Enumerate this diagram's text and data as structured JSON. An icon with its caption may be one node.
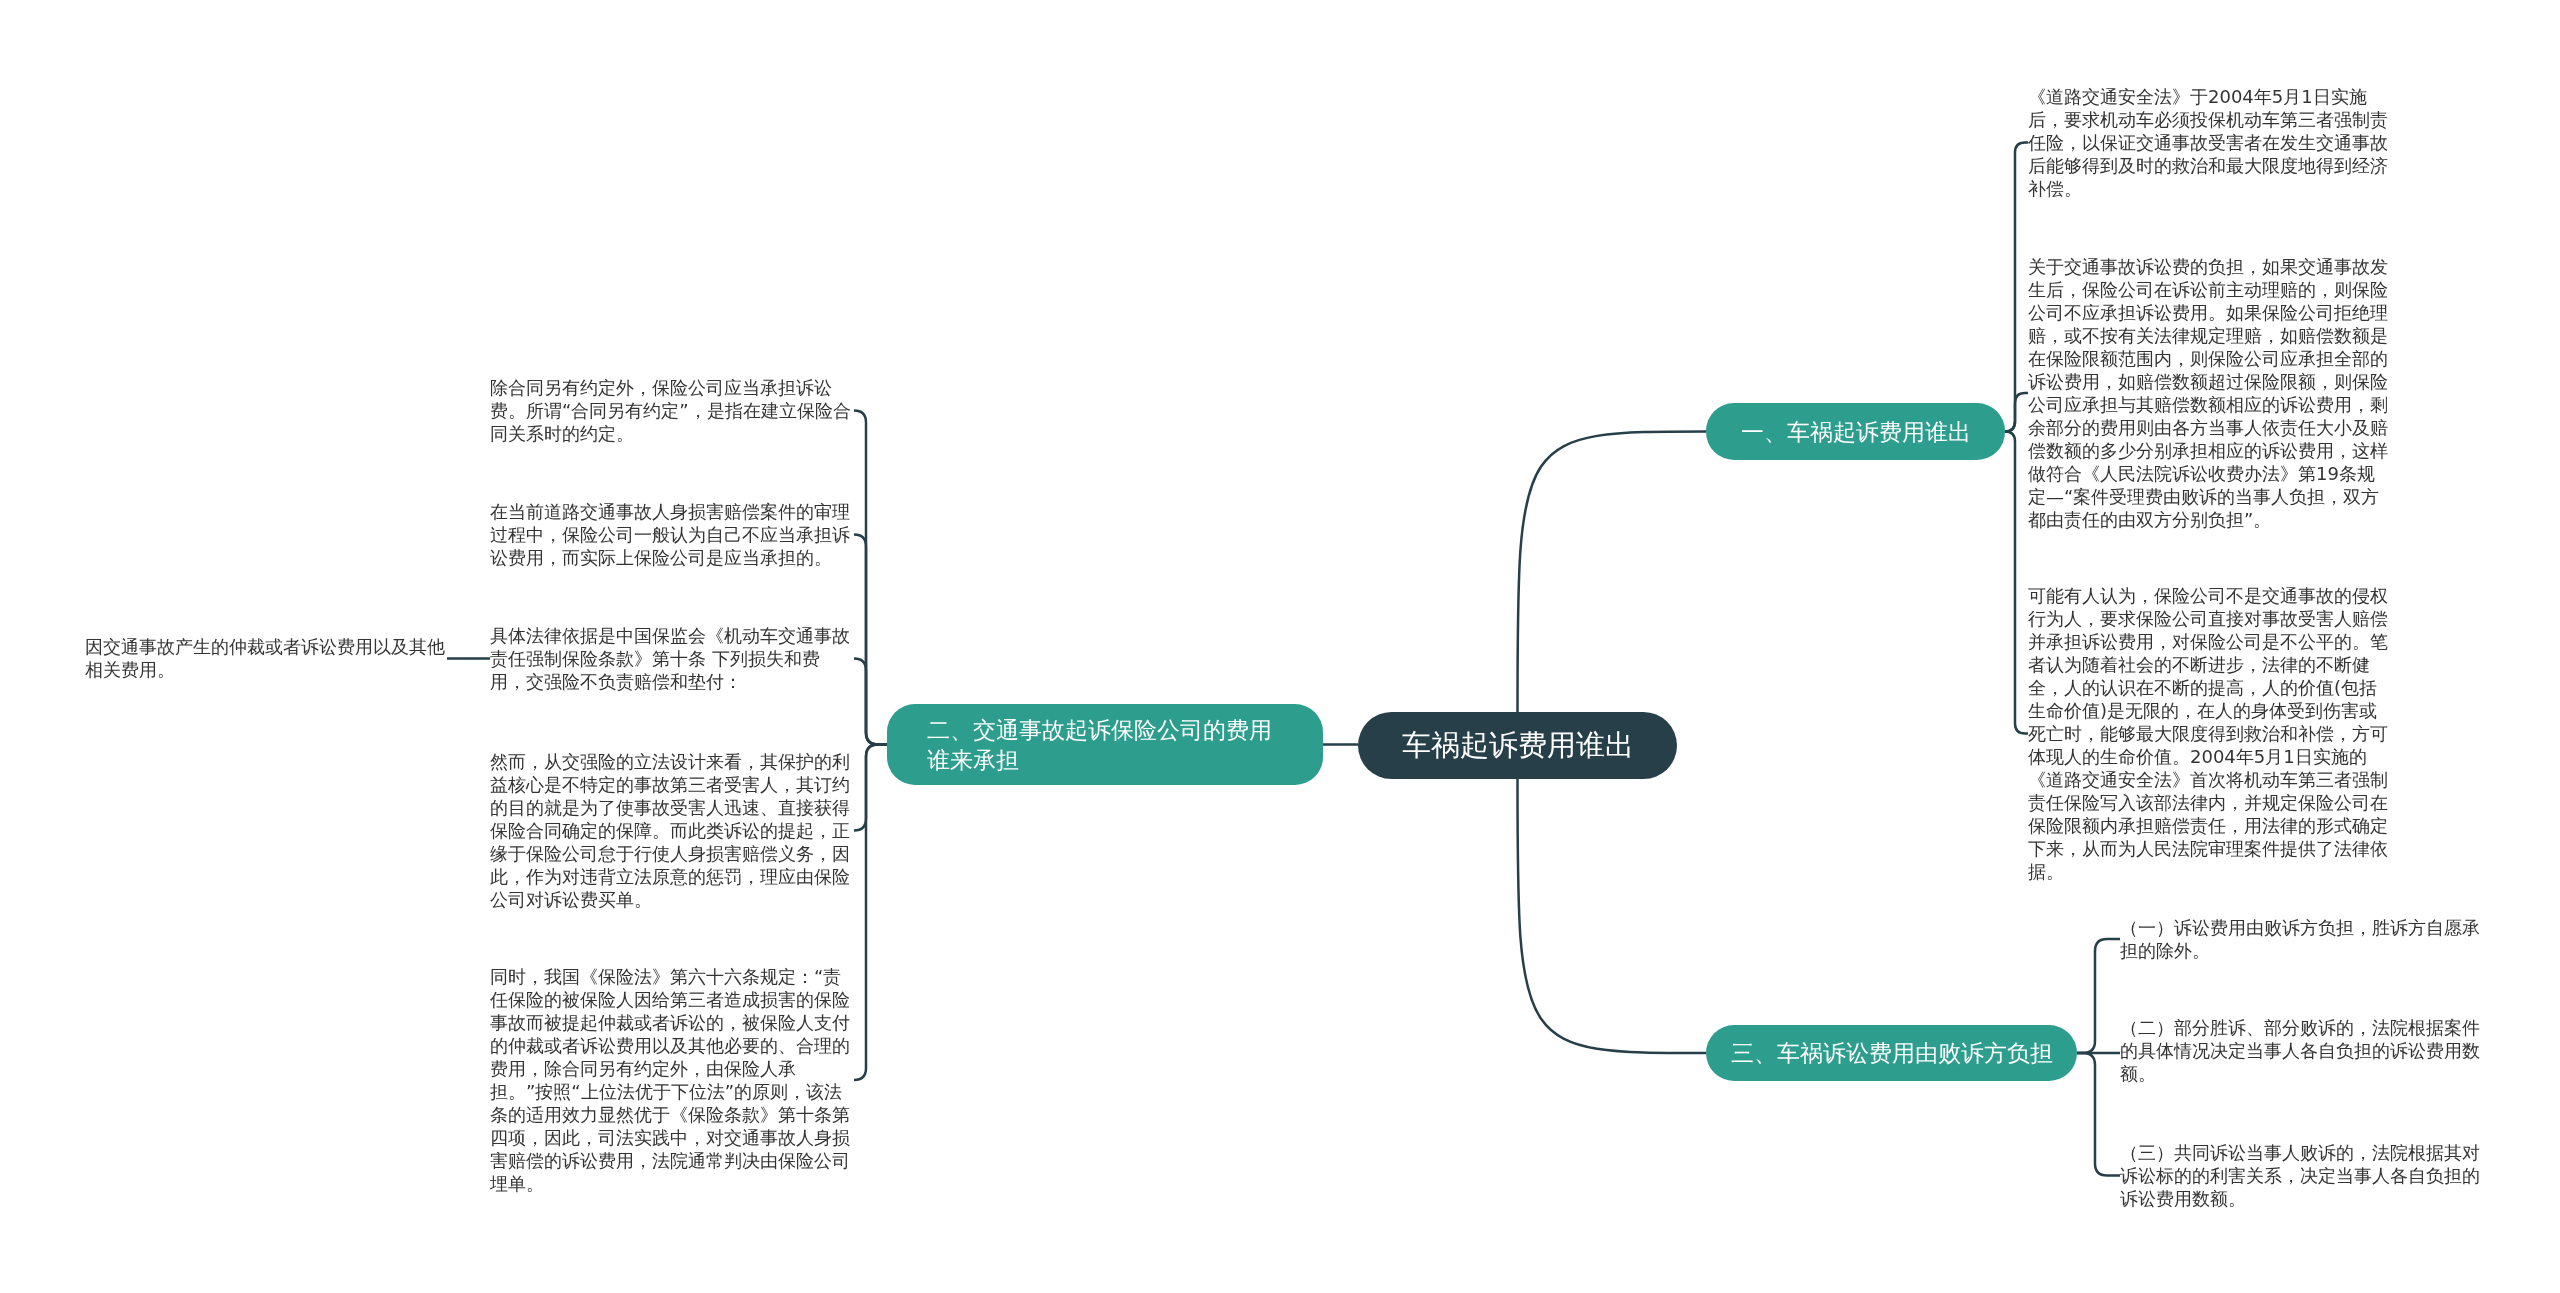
{
  "diagram": {
    "nodes": [
      {
        "text": [
          "车祸起诉费用谁出"
        ]
      },
      {
        "text": [
          "一、车祸起诉费用谁出"
        ]
      },
      {
        "text": [
          "《道路交通安全法》于2004年5月1日实施后，要求机动车必须投保机动车第三者强制责任险，以保证交通事故受害者在发生交通事故后能够得到及时的救治和最大限度地得到经济补偿。"
        ]
      },
      {
        "text": [
          "关于交通事故诉讼费的负担，如果交通事故发生后，保险公司在诉讼前主动理赔的，则保险公司不应承担诉讼费用。如果保险公司拒绝理赔，或不按有关法律规定理赔，如赔偿数额是在保险限额范围内，则保险公司应承担全部的诉讼费用，如赔偿数额超过保险限额，则保险公司应承担与其赔偿数额相应的诉讼费用，剩余部分的费用则由各方当事人依责任大小及赔偿数额的多少分别承担相应的诉讼费用，这样做符合《人民法院诉讼收费办法》第19条规定—“案件受理费由败诉的当事人负担，双方都由责任的由双方分别负担”。"
        ]
      },
      {
        "text": [
          "可能有人认为，保险公司不是交通事故的侵权行为人，要求保险公司直接对事故受害人赔偿并承担诉讼费用，对保险公司是不公平的。笔者认为随着社会的不断进步，法律的不断健全，人的认识在不断的提高，人的价值(包括生命价值)是无限的，在人的身体受到伤害或死亡时，能够最大限度得到救治和补偿，方可体现人的生命价值。2004年5月1日实施的《道路交通安全法》首次将机动车第三者强制责任保险写入该部法律内，并规定保险公司在保险限额内承担赔偿责任，用法律的形式确定下来，从而为人民法院审理案件提供了法律依据。"
        ]
      },
      {
        "text": [
          "二、交通事故起诉保险公司的费用谁来承担"
        ]
      },
      {
        "text": [
          "除合同另有约定外，保险公司应当承担诉讼费。所谓“合同另有约定”，是指在建立保险合同关系时的约定。"
        ]
      },
      {
        "text": [
          "在当前道路交通事故人身损害赔偿案件的审理过程中，保险公司一般认为自己不应当承担诉讼费用，而实际上保险公司是应当承担的。"
        ]
      },
      {
        "text": [
          "具体法律依据是中国保监会《机动车交通事故责任强制保险条款》第十条 下列损失和费用，交强险不负责赔偿和垫付："
        ]
      },
      {
        "text": [
          "因交通事故产生的仲裁或者诉讼费用以及其他相关费用。"
        ]
      },
      {
        "text": [
          "然而，从交强险的立法设计来看，其保护的利益核心是不特定的事故第三者受害人，其订约的目的就是为了使事故受害人迅速、直接获得保险合同确定的保障。而此类诉讼的提起，正缘于保险公司怠于行使人身损害赔偿义务，因此，作为对违背立法原意的惩罚，理应由保险公司对诉讼费买单。"
        ]
      },
      {
        "text": [
          "同时，我国《保险法》第六十六条规定：“责任保险的被保险人因给第三者造成损害的保险事故而被提起仲裁或者诉讼的，被保险人支付的仲裁或者诉讼费用以及其他必要的、合理的费用，除合同另有约定外，由保险人承担。”按照“上位法优于下位法”的原则，该法条的适用效力显然优于《保险条款》第十条第四项，因此，司法实践中，对交通事故人身损害赔偿的诉讼费用，法院通常判决由保险公司埋单。"
        ]
      },
      {
        "text": [
          "三、车祸诉讼费用由败诉方负担"
        ]
      },
      {
        "text": [
          "（一）诉讼费用由败诉方负担，胜诉方自愿承担的除外。"
        ]
      },
      {
        "text": [
          "（二）部分胜诉、部分败诉的，法院根据案件的具体情况决定当事人各自负担的诉讼费用数额。"
        ]
      },
      {
        "text": [
          "（三）共同诉讼当事人败诉的，法院根据其对诉讼标的的利害关系，决定当事人各自负担的诉讼费用数额。"
        ]
      }
    ],
    "edges": [
      {
        "from": 0,
        "to": 1,
        "arrow": "none"
      },
      {
        "from": 1,
        "to": 2,
        "arrow": "none"
      },
      {
        "from": 1,
        "to": 3,
        "arrow": "none"
      },
      {
        "from": 1,
        "to": 4,
        "arrow": "none"
      },
      {
        "from": 0,
        "to": 5,
        "arrow": "none"
      },
      {
        "from": 5,
        "to": 6,
        "arrow": "none"
      },
      {
        "from": 5,
        "to": 7,
        "arrow": "none"
      },
      {
        "from": 5,
        "to": 8,
        "arrow": "none"
      },
      {
        "from": 8,
        "to": 9,
        "arrow": "none"
      },
      {
        "from": 5,
        "to": 10,
        "arrow": "none"
      },
      {
        "from": 5,
        "to": 11,
        "arrow": "none"
      },
      {
        "from": 0,
        "to": 12,
        "arrow": "none"
      },
      {
        "from": 12,
        "to": 13,
        "arrow": "none"
      },
      {
        "from": 12,
        "to": 14,
        "arrow": "none"
      },
      {
        "from": 12,
        "to": 15,
        "arrow": "none"
      }
    ]
  }
}
